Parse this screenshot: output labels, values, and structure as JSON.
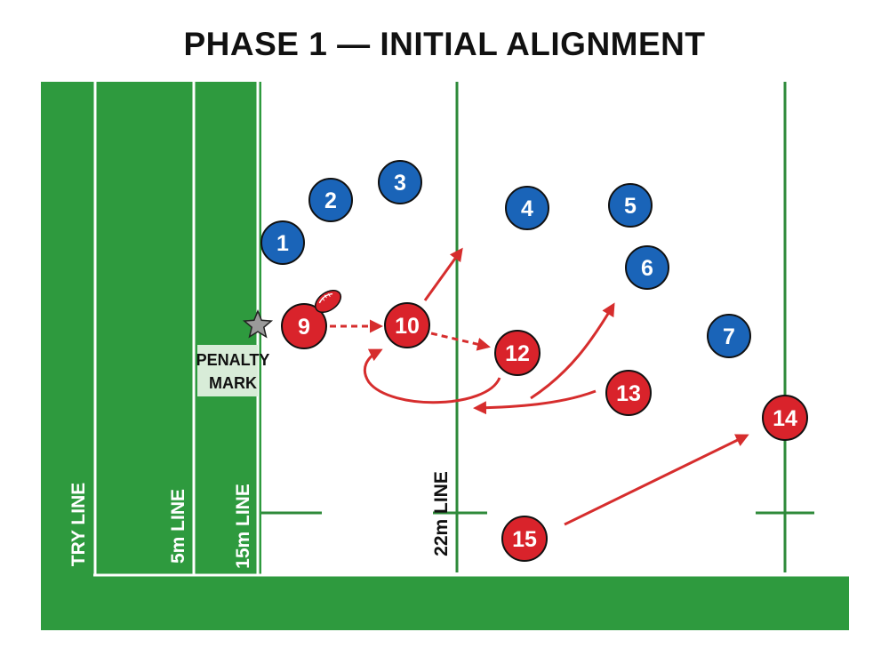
{
  "title": "PHASE 1 — INITIAL ALIGNMENT",
  "colors": {
    "pitch_green": "#2e9a3e",
    "line_green": "#2e8a3a",
    "defender_blue": "#1a64b8",
    "attacker_red": "#d9232b",
    "arrow_red": "#d62d2d",
    "mark_panel": "#d8ecd8"
  },
  "field": {
    "line_labels": {
      "try": "TRY LINE",
      "five": "5m LINE",
      "fifteen": "15m LINE",
      "twentytwo": "22m LINE"
    },
    "penalty_mark": {
      "label_line1": "PENALTY",
      "label_line2": "MARK",
      "icon": "star-icon"
    }
  },
  "players": {
    "blue": [
      "1",
      "2",
      "3",
      "4",
      "5",
      "6",
      "7"
    ],
    "red": [
      "9",
      "10",
      "12",
      "13",
      "14",
      "15"
    ]
  },
  "ball": {
    "icon": "rugby-ball-icon"
  }
}
